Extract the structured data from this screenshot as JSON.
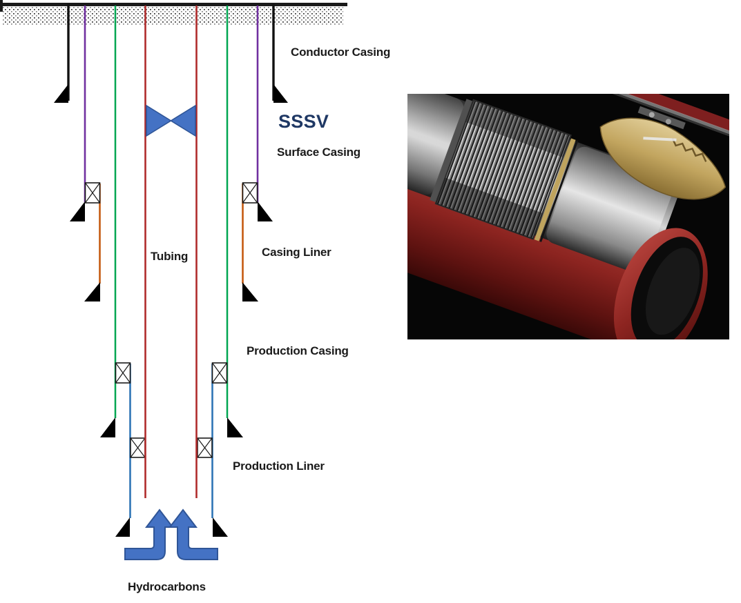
{
  "figure": {
    "labels": {
      "conductor_casing": "Conductor Casing",
      "sssv": "SSSV",
      "surface_casing": "Surface Casing",
      "tubing": "Tubing",
      "casing_liner": "Casing Liner",
      "production_casing": "Production Casing",
      "production_liner": "Production Liner",
      "hydrocarbons": "Hydrocarbons"
    },
    "colors": {
      "ground_line": "#1a1a1a",
      "conductor_casing": "#111111",
      "surface_casing": "#7030A0",
      "casing_liner": "#C55A11",
      "production_casing": "#00A651",
      "production_liner": "#2E75B6",
      "tubing": "#AF2B2B",
      "casing_shoe": "#000000",
      "hanger_box_stroke": "#1a1a1a",
      "valve_fill": "#4472C4",
      "valve_border": "#2F5597",
      "arrow_fill": "#4472C4",
      "arrow_border": "#2F5597",
      "sssv_text": "#1F3864",
      "label_text": "#1a1a1a"
    }
  }
}
